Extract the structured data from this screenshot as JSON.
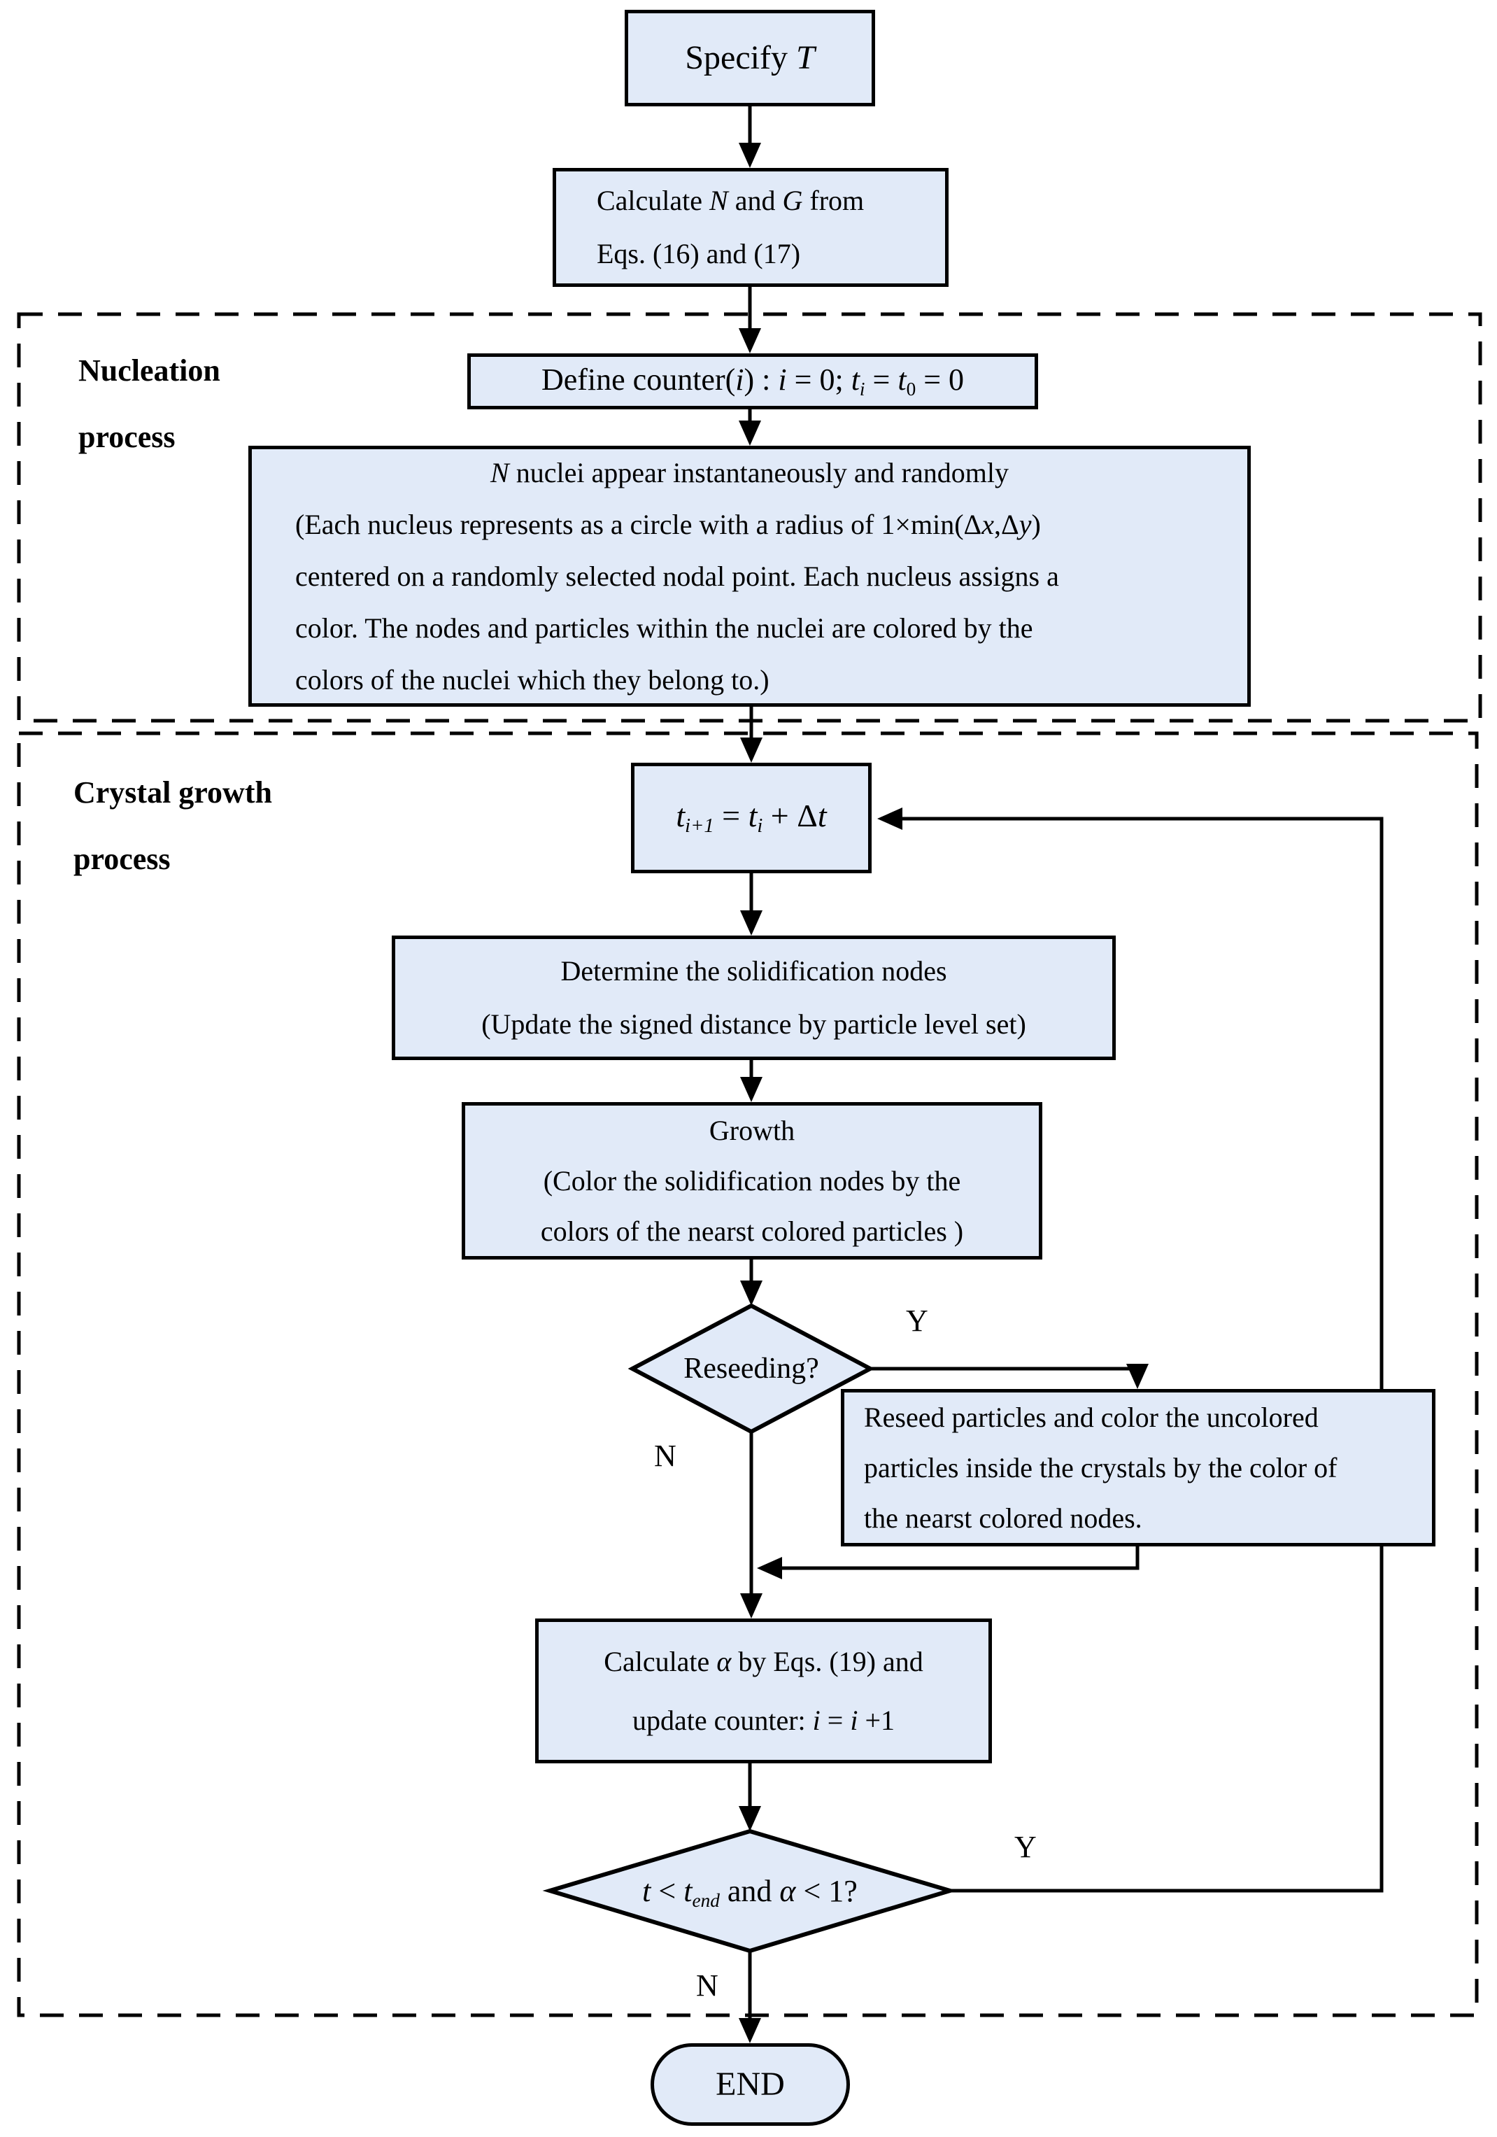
{
  "palette": {
    "box_fill": "#e1eaf8",
    "box_border": "#000000",
    "line": "#000000",
    "background": "#ffffff"
  },
  "labels": {
    "yes": "Y",
    "no": "N"
  },
  "sections": {
    "nucleation": {
      "lines": [
        "Nucleation",
        "process"
      ]
    },
    "crystal": {
      "lines": [
        "Crystal growth",
        "process"
      ]
    }
  },
  "nodes": {
    "specify": {
      "lines": [
        [
          {
            "t": "Specify "
          },
          {
            "t": "T",
            "i": 1
          }
        ]
      ]
    },
    "calc_ng": {
      "lines": [
        [
          {
            "t": "Calculate "
          },
          {
            "t": "N",
            "i": 1
          },
          {
            "t": " and "
          },
          {
            "t": "G",
            "i": 1
          },
          {
            "t": " from"
          }
        ],
        [
          {
            "t": "Eqs. (16) and (17)"
          }
        ]
      ]
    },
    "define_counter": {
      "lines": [
        [
          {
            "t": "Define counter("
          },
          {
            "t": "i",
            "i": 1
          },
          {
            "t": ") : "
          },
          {
            "t": "i",
            "i": 1
          },
          {
            "t": " = 0; "
          },
          {
            "t": "t",
            "i": 1
          },
          {
            "t": "i",
            "i": 1,
            "sub": 1
          },
          {
            "t": " = "
          },
          {
            "t": "t",
            "i": 1
          },
          {
            "t": "0",
            "sub": 1
          },
          {
            "t": " = 0"
          }
        ]
      ]
    },
    "nuclei": {
      "lines": [
        [
          {
            "t": "N",
            "i": 1
          },
          {
            "t": " nuclei appear instantaneously and randomly"
          }
        ],
        [
          {
            "t": "(Each nucleus represents as a circle with a radius of 1"
          },
          {
            "t": "×"
          },
          {
            "t": "min(Δ"
          },
          {
            "t": "x",
            "i": 1
          },
          {
            "t": ",Δ"
          },
          {
            "t": "y",
            "i": 1
          },
          {
            "t": ")"
          }
        ],
        [
          {
            "t": "centered on a randomly selected nodal point. Each nucleus assigns a"
          }
        ],
        [
          {
            "t": "color. The nodes and particles within the nuclei are colored by the"
          }
        ],
        [
          {
            "t": "colors of  the nuclei which they belong to.)"
          }
        ]
      ]
    },
    "time_step": {
      "lines": [
        [
          {
            "t": "t",
            "i": 1
          },
          {
            "t": "i+1",
            "i": 1,
            "sub": 1
          },
          {
            "t": " = "
          },
          {
            "t": "t",
            "i": 1
          },
          {
            "t": "i",
            "i": 1,
            "sub": 1
          },
          {
            "t": " + Δ"
          },
          {
            "t": "t",
            "i": 1
          }
        ]
      ]
    },
    "determine": {
      "lines": [
        [
          {
            "t": "Determine the solidification nodes"
          }
        ],
        [
          {
            "t": "(Update the signed distance by particle level set)"
          }
        ]
      ]
    },
    "growth": {
      "lines": [
        [
          {
            "t": "Growth"
          }
        ],
        [
          {
            "t": "(Color the solidification nodes by the"
          }
        ],
        [
          {
            "t": "colors of the nearst colored particles )"
          }
        ]
      ]
    },
    "reseeding_q": {
      "lines": [
        [
          {
            "t": "Reseeding?"
          }
        ]
      ]
    },
    "reseed": {
      "lines": [
        [
          {
            "t": "Reseed particles and color the uncolored"
          }
        ],
        [
          {
            "t": "particles inside the crystals by the color of"
          }
        ],
        [
          {
            "t": "the nearst colored nodes."
          }
        ]
      ]
    },
    "calc_alpha": {
      "lines": [
        [
          {
            "t": "Calculate "
          },
          {
            "t": "α",
            "i": 1
          },
          {
            "t": " by Eqs. (19) and"
          }
        ],
        [
          {
            "t": "update counter: "
          },
          {
            "t": "i",
            "i": 1
          },
          {
            "t": " = "
          },
          {
            "t": "i",
            "i": 1
          },
          {
            "t": " +1"
          }
        ]
      ]
    },
    "end_q": {
      "lines": [
        [
          {
            "t": "t",
            "i": 1
          },
          {
            "t": " < "
          },
          {
            "t": "t",
            "i": 1
          },
          {
            "t": "end",
            "i": 1,
            "sub": 1
          },
          {
            "t": " and "
          },
          {
            "t": "α",
            "i": 1
          },
          {
            "t": " < 1?"
          }
        ]
      ]
    },
    "end": {
      "lines": [
        [
          {
            "t": "END"
          }
        ]
      ]
    }
  }
}
